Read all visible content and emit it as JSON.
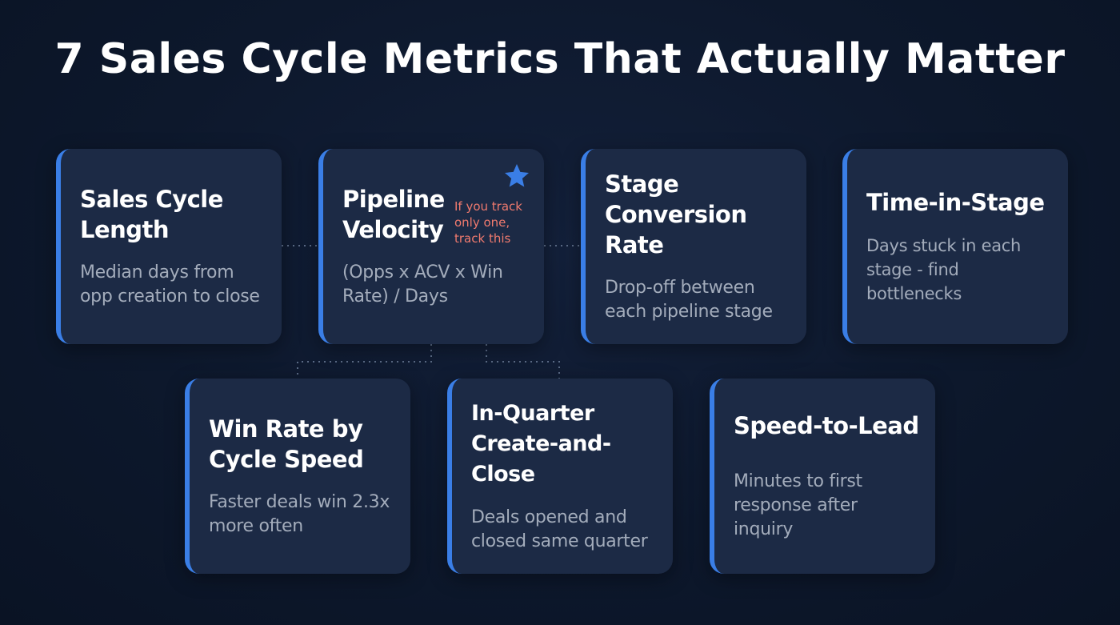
{
  "title": "7 Sales Cycle Metrics That Actually Matter",
  "colors": {
    "background": "#0d182c",
    "card": "#1c2a45",
    "accent": "#3a7ee6",
    "highlight_note": "#f07a6e",
    "title_text": "#ffffff",
    "desc_text": "#a3acbb"
  },
  "metrics": [
    {
      "title": "Sales Cycle Length",
      "description": "Median days from opp creation to close"
    },
    {
      "title": "Pipeline Velocity",
      "description": "(Opps x ACV x Win Rate) / Days",
      "note": "If you track only one, track this",
      "icon": "star-icon"
    },
    {
      "title": "Stage Conversion Rate",
      "description": "Drop-off between each pipeline stage"
    },
    {
      "title": "Time-in-Stage",
      "description": "Days stuck in each stage - find bottlenecks"
    },
    {
      "title": "Win Rate by Cycle Speed",
      "description": "Faster deals win 2.3x more often"
    },
    {
      "title": "In-Quarter Create-and-Close",
      "description": "Deals opened and closed same quarter"
    },
    {
      "title": "Speed-to-Lead",
      "description": "Minutes to first response after inquiry"
    }
  ]
}
